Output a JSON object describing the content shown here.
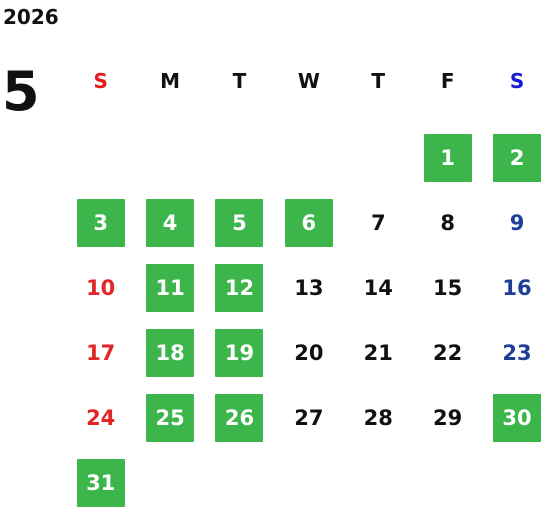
{
  "calendar": {
    "year": "2026",
    "month": "5",
    "weekdays": [
      "S",
      "M",
      "T",
      "W",
      "T",
      "F",
      "S"
    ],
    "weekday_colors": [
      "#e21b1b",
      "#111111",
      "#111111",
      "#111111",
      "#111111",
      "#111111",
      "#1a1ad6"
    ],
    "leading_blanks": 5,
    "days": [
      {
        "label": "1",
        "highlighted": true
      },
      {
        "label": "2",
        "highlighted": true
      },
      {
        "label": "3",
        "highlighted": true
      },
      {
        "label": "4",
        "highlighted": true
      },
      {
        "label": "5",
        "highlighted": true
      },
      {
        "label": "6",
        "highlighted": true
      },
      {
        "label": "7",
        "highlighted": false
      },
      {
        "label": "8",
        "highlighted": false
      },
      {
        "label": "9",
        "highlighted": false
      },
      {
        "label": "10",
        "highlighted": false
      },
      {
        "label": "11",
        "highlighted": true
      },
      {
        "label": "12",
        "highlighted": true
      },
      {
        "label": "13",
        "highlighted": false
      },
      {
        "label": "14",
        "highlighted": false
      },
      {
        "label": "15",
        "highlighted": false
      },
      {
        "label": "16",
        "highlighted": false
      },
      {
        "label": "17",
        "highlighted": false
      },
      {
        "label": "18",
        "highlighted": true
      },
      {
        "label": "19",
        "highlighted": true
      },
      {
        "label": "20",
        "highlighted": false
      },
      {
        "label": "21",
        "highlighted": false
      },
      {
        "label": "22",
        "highlighted": false
      },
      {
        "label": "23",
        "highlighted": false
      },
      {
        "label": "24",
        "highlighted": false
      },
      {
        "label": "25",
        "highlighted": true
      },
      {
        "label": "26",
        "highlighted": true
      },
      {
        "label": "27",
        "highlighted": false
      },
      {
        "label": "28",
        "highlighted": false
      },
      {
        "label": "29",
        "highlighted": false
      },
      {
        "label": "30",
        "highlighted": true
      },
      {
        "label": "31",
        "highlighted": true
      }
    ],
    "colors": {
      "highlight_bg": "#3cb54a",
      "highlight_text": "#ffffff",
      "sunday": "#e22525",
      "saturday": "#1f3e96",
      "weekday": "#111111"
    }
  }
}
